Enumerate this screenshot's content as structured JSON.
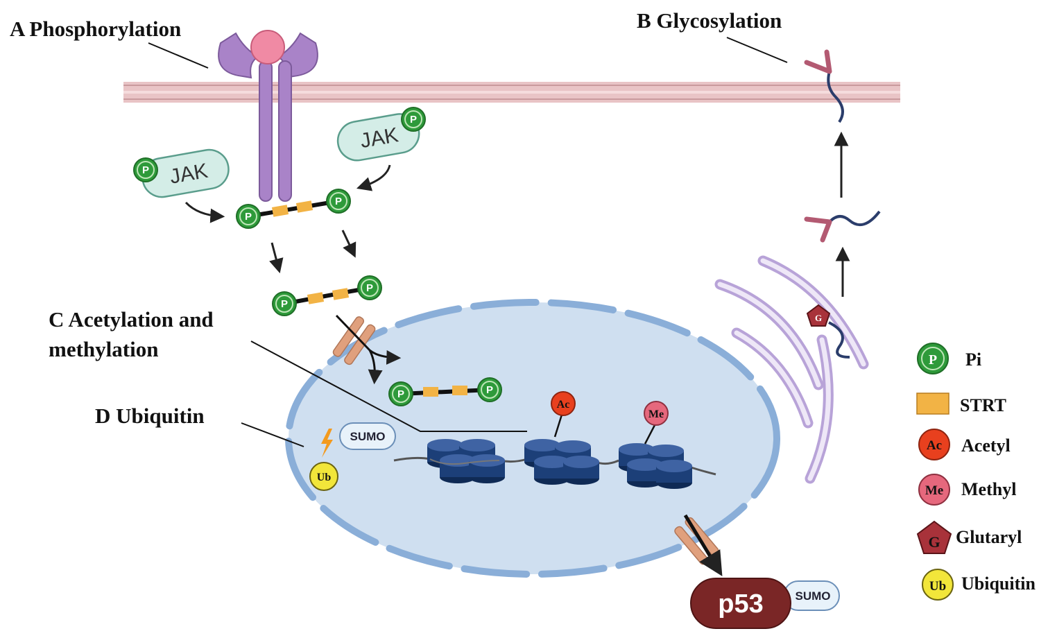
{
  "labels": {
    "a": "A Phosphorylation",
    "b": "B Glycosylation",
    "c_line1": "C Acetylation and",
    "c_line2": "methylation",
    "d": "D Ubiquitin"
  },
  "jak": "JAK",
  "p": "P",
  "sumo": "SUMO",
  "p53": "p53",
  "ac": "Ac",
  "me": "Me",
  "ub": "Ub",
  "g": "G",
  "legend": [
    {
      "symbol": "P",
      "label": "Pi"
    },
    {
      "symbol": "",
      "label": "STRT"
    },
    {
      "symbol": "Ac",
      "label": "Acetyl"
    },
    {
      "symbol": "Me",
      "label": "Methyl"
    },
    {
      "symbol": "G",
      "label": "Glutaryl"
    },
    {
      "symbol": "Ub",
      "label": "Ubiquitin"
    }
  ],
  "colors": {
    "membrane": "#e9c4c6",
    "receptor": "#a983c8",
    "ligand": "#f08aa4",
    "jak_fill": "#d4ede7",
    "phosphate": "#2e9a3a",
    "strt": "#f2b345",
    "nucleus": "#cfdff0",
    "nuclear_envelope": "#8aaed8",
    "nucleosome": "#1c3f78",
    "acetyl": "#e8401e",
    "methyl": "#e6687d",
    "glutaryl": "#a8323a",
    "ubiquitin": "#f2e63a",
    "p53": "#7a2626",
    "golgi": "#b8a3d8",
    "pore": "#e0a07d",
    "glycan": "#b35a72",
    "chain": "#2b3d6b"
  }
}
